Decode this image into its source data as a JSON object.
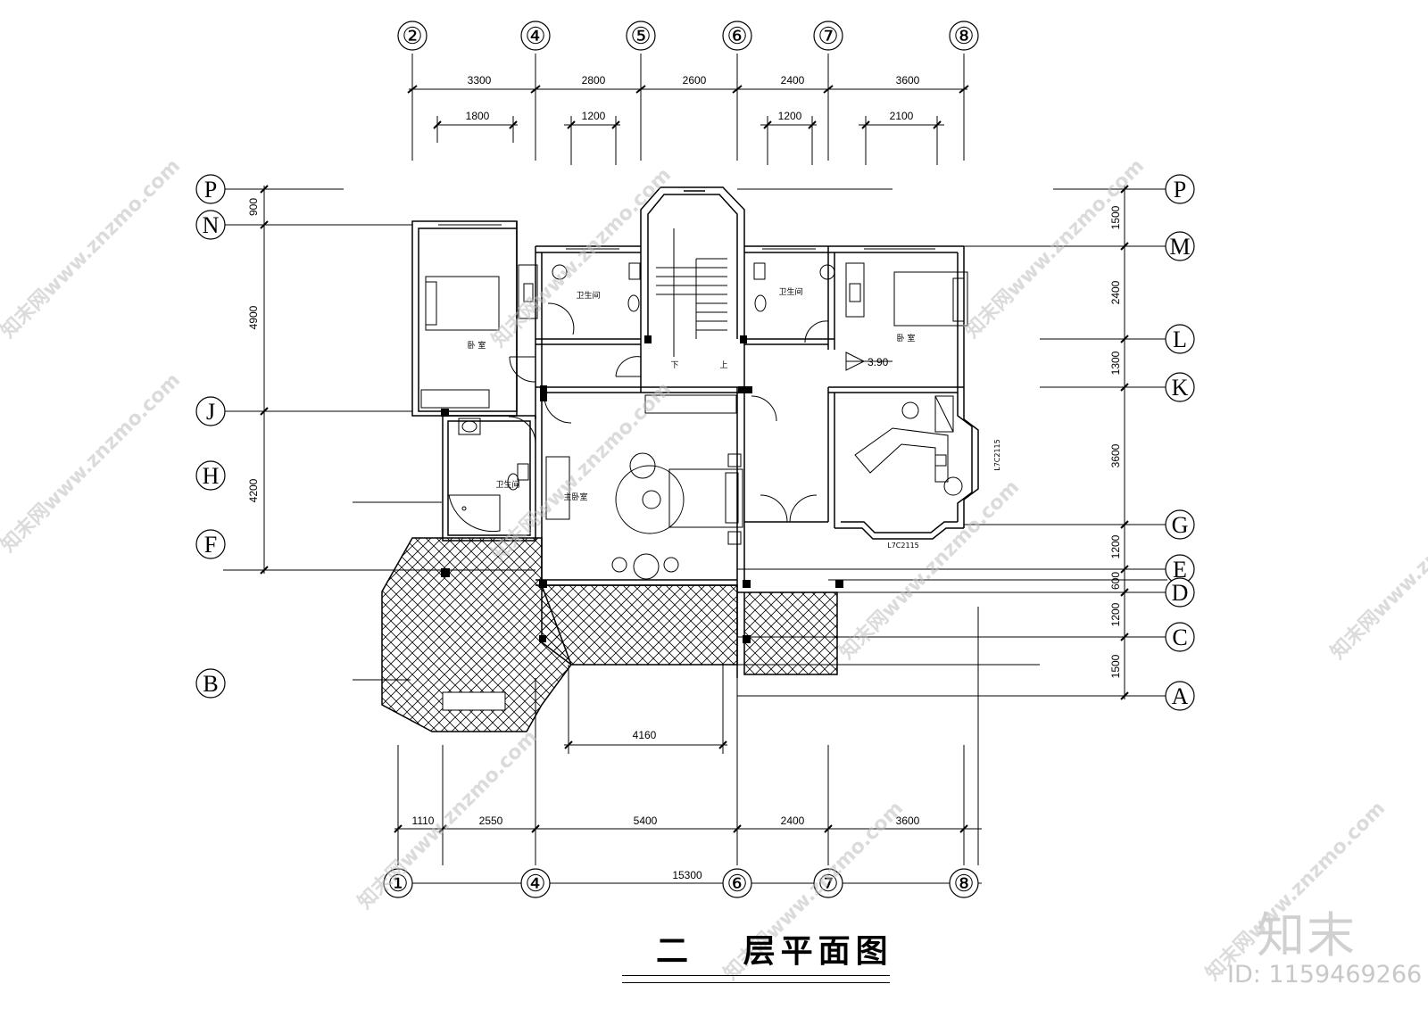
{
  "drawing": {
    "title": "二   层平面图",
    "top_axes": [
      "②",
      "④",
      "⑤",
      "⑥",
      "⑦",
      "⑧"
    ],
    "bottom_axes": [
      "①",
      "④",
      "⑥",
      "⑦",
      "⑧"
    ],
    "left_axes": [
      "P",
      "N",
      "J",
      "H",
      "F",
      "B"
    ],
    "right_axes": [
      "P",
      "M",
      "L",
      "K",
      "G",
      "E",
      "D",
      "C",
      "A"
    ],
    "top_dims": [
      "3300",
      "2800",
      "2600",
      "2400",
      "3600"
    ],
    "window_dims": [
      "1800",
      "1200",
      "1200",
      "2100"
    ],
    "bottom_dims": [
      "1110",
      "2550",
      "5400",
      "2400",
      "3600"
    ],
    "total_dim": "15300",
    "balcony_dim": "4160",
    "left_dims": [
      "900",
      "4900",
      "4200"
    ],
    "right_dims": [
      "1500",
      "2400",
      "1300",
      "3600",
      "1200",
      "600",
      "1200",
      "1500"
    ],
    "rooms": {
      "bedroom_left": "卧 室",
      "bedroom_right": "卧 室",
      "bath_1": "卫生间",
      "bath_2": "卫生间",
      "bath_3": "卫生间",
      "master": "主卧室",
      "stair_down": "下",
      "stair_up": "上",
      "level": "3.90",
      "window_a": "L7C2115",
      "window_b": "L7C2115"
    }
  },
  "watermark": {
    "text": "知末网www.znzmo.com",
    "brand": "知末",
    "id": "ID: 1159469266"
  }
}
